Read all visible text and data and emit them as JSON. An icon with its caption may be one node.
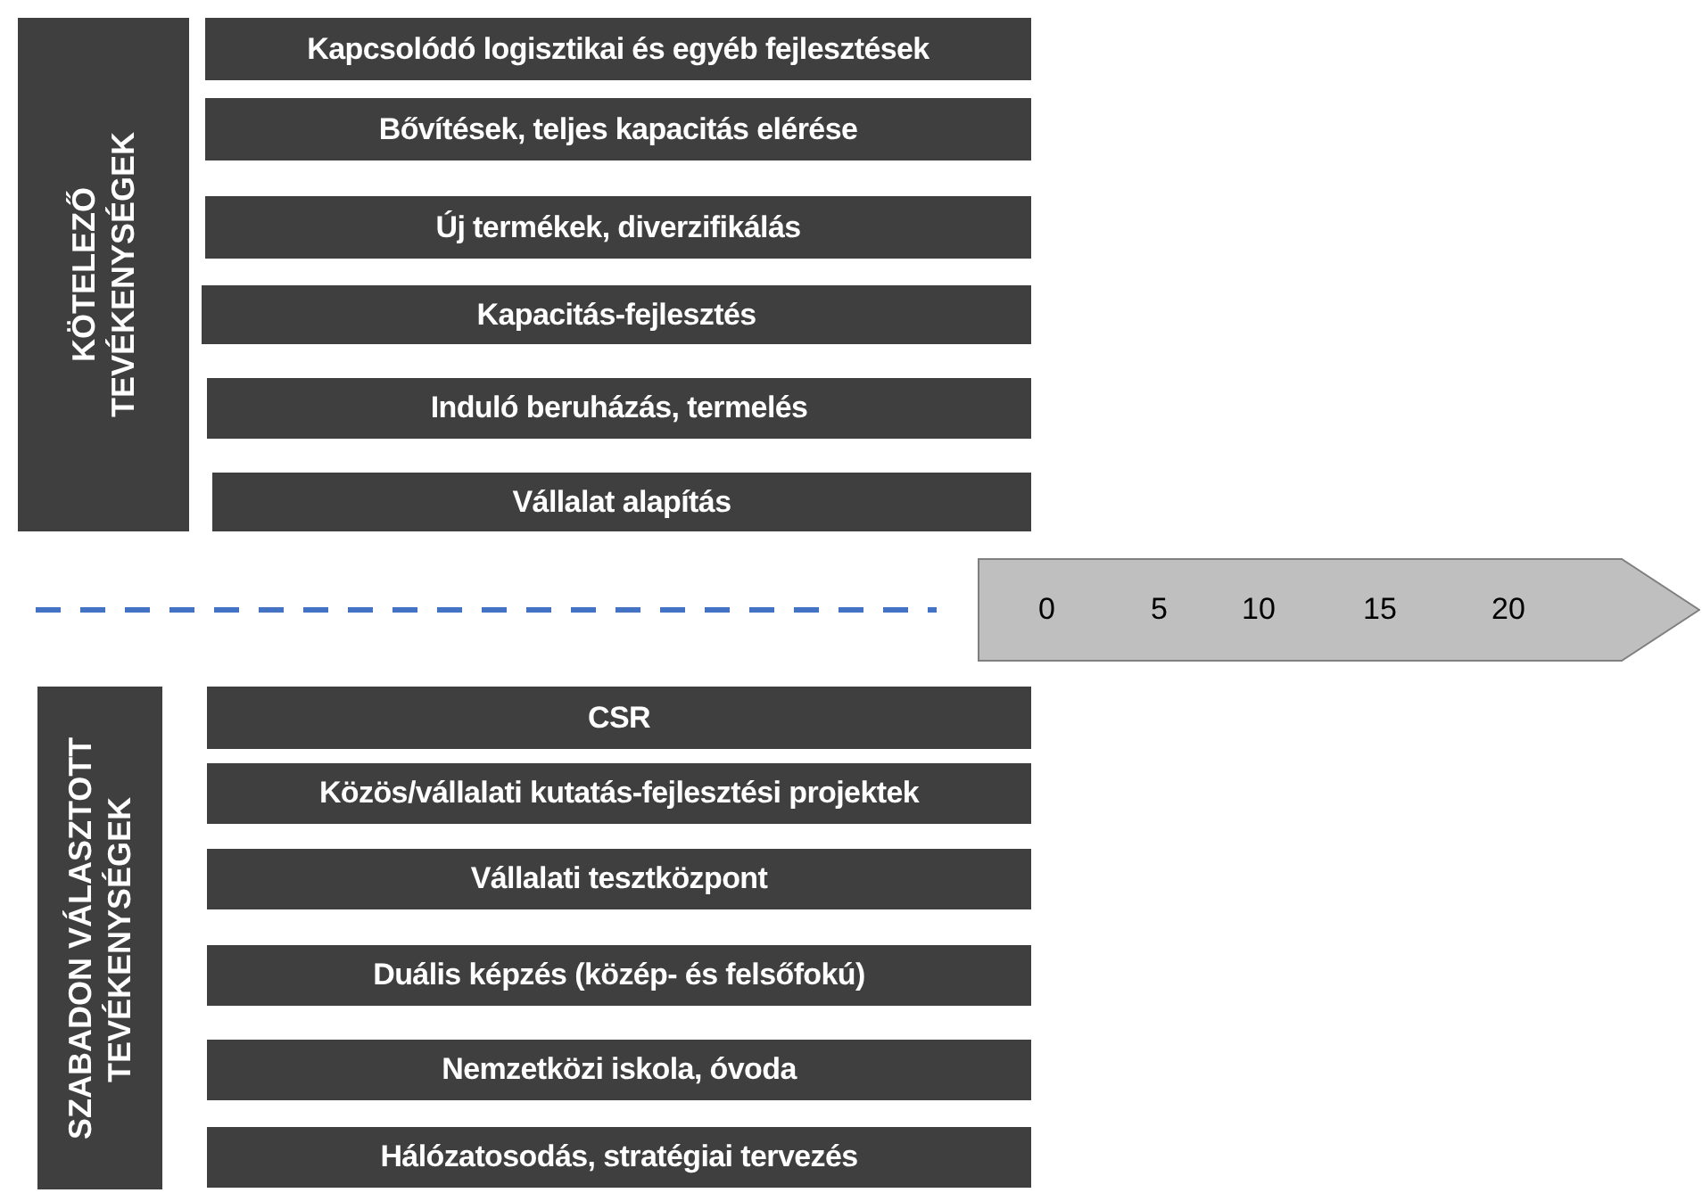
{
  "diagram": {
    "nodes": [
      {
        "text": [
          "KÖTELEZŐ TEVÉKENYSÉGEK"
        ]
      },
      {
        "text": [
          "Kapcsolódó logisztikai és egyéb fejlesztések"
        ]
      },
      {
        "text": [
          "Bővítések, teljes kapacitás elérése"
        ]
      },
      {
        "text": [
          "Új termékek, diverzifikálás"
        ]
      },
      {
        "text": [
          "Kapacitás-fejlesztés"
        ]
      },
      {
        "text": [
          "Induló beruházás, termelés"
        ]
      },
      {
        "text": [
          "Vállalat alapítás"
        ]
      },
      {
        "text": [
          "0",
          "5",
          "10",
          "15",
          "20"
        ]
      },
      {
        "text": [
          "SZABADON VÁLASZTOTT TEVÉKENYSÉGEK"
        ]
      },
      {
        "text": [
          "CSR"
        ]
      },
      {
        "text": [
          "Közös/vállalati kutatás-fejlesztési projektek"
        ]
      },
      {
        "text": [
          "Vállalati tesztközpont"
        ]
      },
      {
        "text": [
          "Duális képzés (közép- és felsőfokú)"
        ]
      },
      {
        "text": [
          "Nemzetközi iskola, óvoda"
        ]
      },
      {
        "text": [
          "Hálózatosodás, stratégiai tervezés"
        ]
      }
    ]
  }
}
